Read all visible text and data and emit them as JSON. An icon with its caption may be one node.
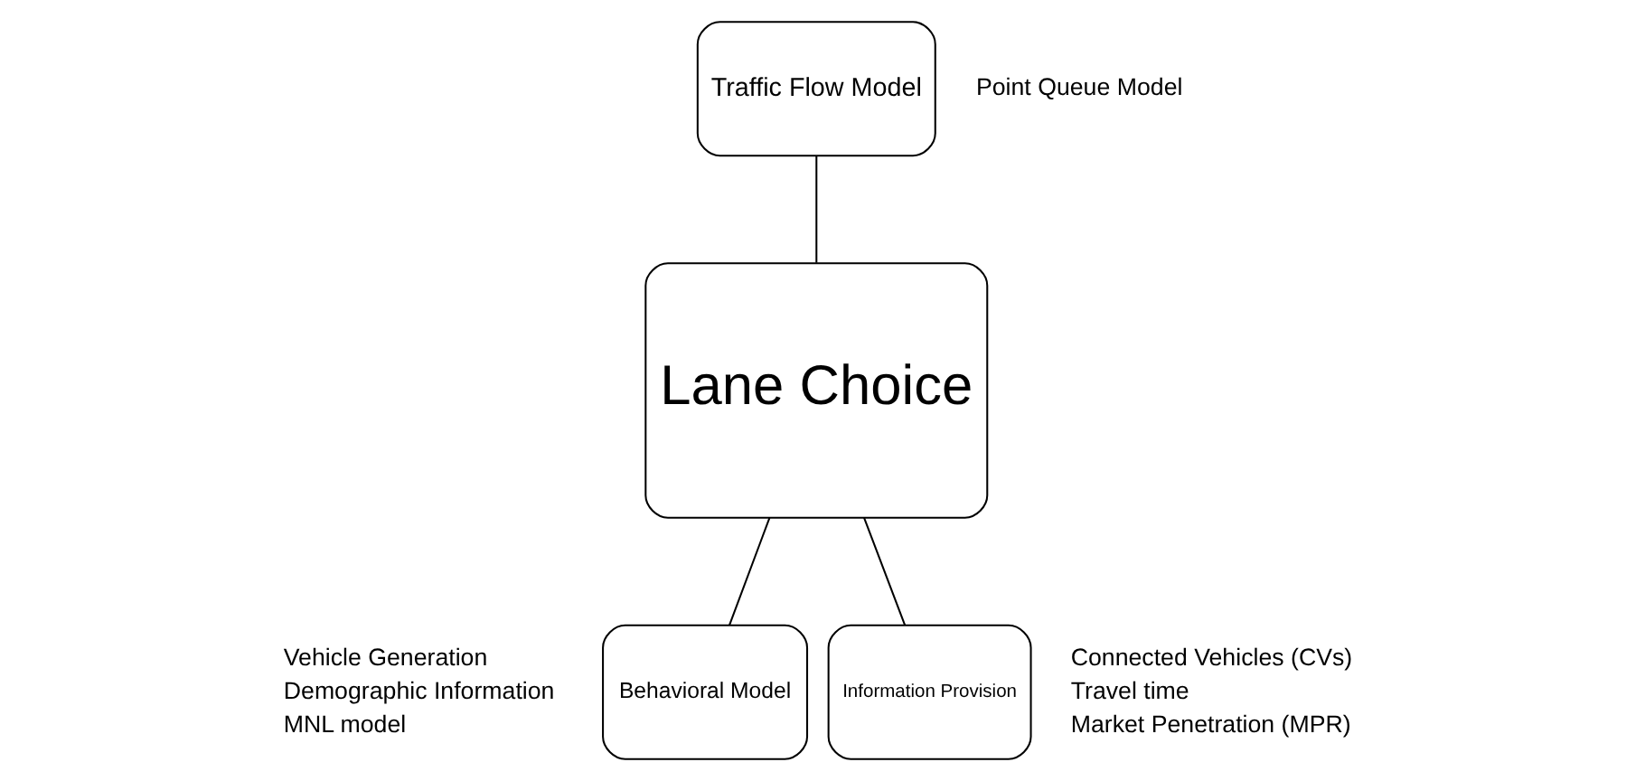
{
  "diagram": {
    "nodes": [
      {
        "text": [
          "Lane Choice"
        ]
      },
      {
        "text": [
          "Traffic Flow Model"
        ],
        "beside": [
          "Point Queue Model"
        ]
      },
      {
        "text": [
          "Behavioral Model"
        ],
        "beside": [
          "Vehicle Generation",
          "Demographic Information",
          "MNL model"
        ]
      },
      {
        "text": [
          "Information Provision"
        ],
        "beside": [
          "Connected Vehicles (CVs)",
          "Travel time",
          "Market Penetration (MPR)"
        ]
      }
    ],
    "edges": [
      {
        "from": 0,
        "to": 1,
        "arrow": "none"
      },
      {
        "from": 0,
        "to": 2,
        "arrow": "none"
      },
      {
        "from": 0,
        "to": 3,
        "arrow": "none"
      }
    ]
  }
}
